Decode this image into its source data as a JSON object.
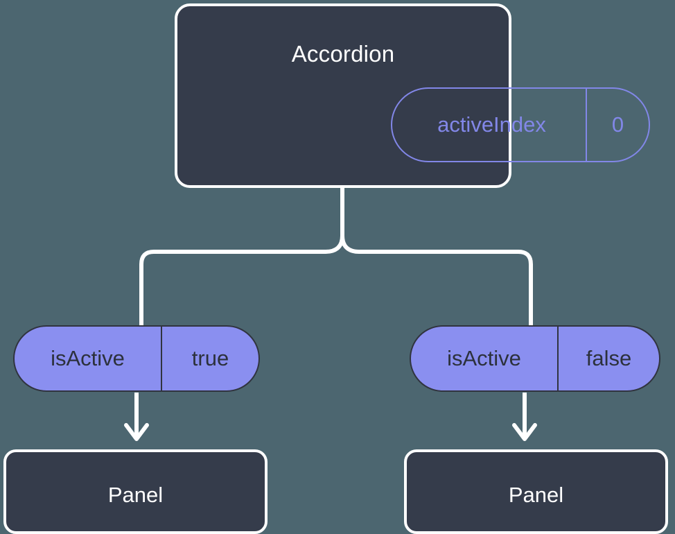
{
  "diagram": {
    "type": "component-state-tree",
    "background_color": "#4c6670",
    "node_fill_color": "#353c4b",
    "node_border_color": "#ffffff",
    "pill_accent_color": "#8287e8",
    "pill_fill_color": "#8a8ff0",
    "pill_text_dark_color": "#2c313c",
    "connector_color": "#ffffff"
  },
  "root": {
    "title": "Accordion",
    "state": {
      "key": "activeIndex",
      "value": "0"
    }
  },
  "branches": [
    {
      "prop": {
        "key": "isActive",
        "value": "true"
      },
      "child": {
        "title": "Panel"
      }
    },
    {
      "prop": {
        "key": "isActive",
        "value": "false"
      },
      "child": {
        "title": "Panel"
      }
    }
  ]
}
